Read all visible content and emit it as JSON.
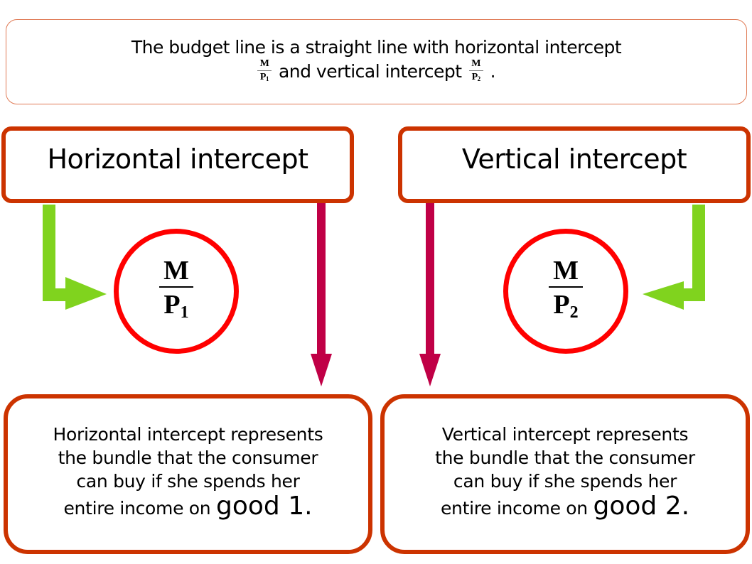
{
  "summary": {
    "line1": "The budget line is a straight line with horizontal intercept",
    "middle_text": "and vertical intercept",
    "end_punct": ".",
    "frac1": {
      "numerator": "M",
      "denominator": "P",
      "subscript": "1"
    },
    "frac2": {
      "numerator": "M",
      "denominator": "P",
      "subscript": "2"
    }
  },
  "left": {
    "heading": "Horizontal intercept",
    "formula": {
      "numerator": "M",
      "denominator": "P",
      "subscript": "1"
    },
    "description": {
      "line1": "Horizontal intercept represents",
      "line2": "the bundle that the consumer",
      "line3": "can buy if she spends her",
      "line4_prefix": "entire income on",
      "emphasis": "good 1."
    }
  },
  "right": {
    "heading": "Vertical intercept",
    "formula": {
      "numerator": "M",
      "denominator": "P",
      "subscript": "2"
    },
    "description": {
      "line1": "Vertical intercept represents",
      "line2": "the bundle that the consumer",
      "line3": "can buy if she spends her",
      "line4_prefix": "entire income on",
      "emphasis": "good 2."
    }
  },
  "colors": {
    "box_border": "#cc3300",
    "circle_border": "#ff0000",
    "green_arrow": "#80d31e",
    "crimson_arrow": "#c00046"
  }
}
